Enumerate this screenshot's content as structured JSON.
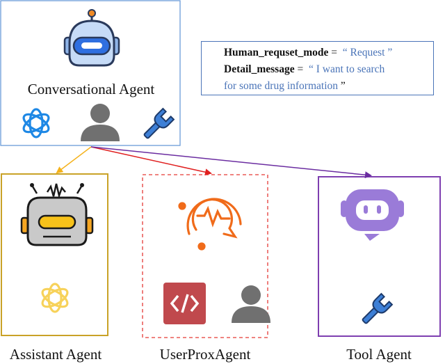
{
  "agents": {
    "conversational": {
      "label": "Conversational Agent",
      "border": "#6a9bd8"
    },
    "assistant": {
      "label": "Assistant Agent",
      "border": "#c9a227"
    },
    "userprox": {
      "label": "UserProxAgent",
      "border": "#e53935"
    },
    "tool": {
      "label": "Tool Agent",
      "border": "#7e3fb0"
    }
  },
  "message": {
    "key1": "Human_requset_mode",
    "eq1": " =  ",
    "val1": "“ Request ”",
    "key2": "Detail_message",
    "eq2": " =  ",
    "val2a": "“ I want to search",
    "val2b": "for some drug information",
    "val2c": " ”"
  },
  "arrows": {
    "to_assistant": "#f5b21b",
    "to_userprox": "#e02020",
    "to_tool": "#6a2ca0"
  },
  "icons": [
    "robot-head-icon",
    "openai-logo-icon",
    "user-icon",
    "wrench-icon",
    "robot-icon",
    "chat-wave-icon",
    "code-icon",
    "user-icon",
    "robot-face-icon",
    "wrench-icon"
  ]
}
